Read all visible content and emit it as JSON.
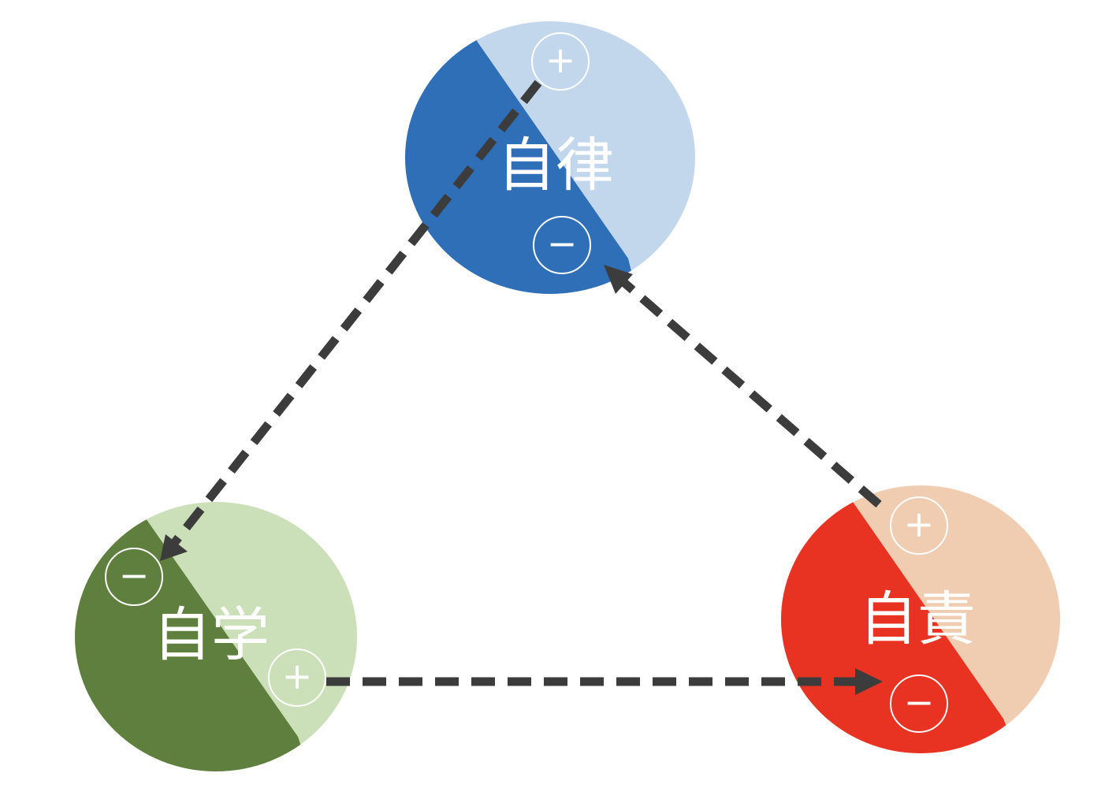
{
  "nodes": {
    "autonomy": {
      "label": "自律",
      "plus": "+",
      "minus": "−",
      "dark_color": "#2f6fb8",
      "light_color": "#c3d7ec"
    },
    "self_study": {
      "label": "自学",
      "plus": "+",
      "minus": "−",
      "dark_color": "#5e7f3d",
      "light_color": "#cbdfb8"
    },
    "self_responsibility": {
      "label": "自責",
      "plus": "+",
      "minus": "−",
      "dark_color": "#e83323",
      "light_color": "#f0cdb0"
    }
  },
  "edges": [
    {
      "from": "autonomy.plus",
      "to": "self_study.minus"
    },
    {
      "from": "self_study.plus",
      "to": "self_responsibility.minus"
    },
    {
      "from": "self_responsibility.plus",
      "to": "autonomy.minus"
    }
  ],
  "arrow_color": "#3c3c3c"
}
